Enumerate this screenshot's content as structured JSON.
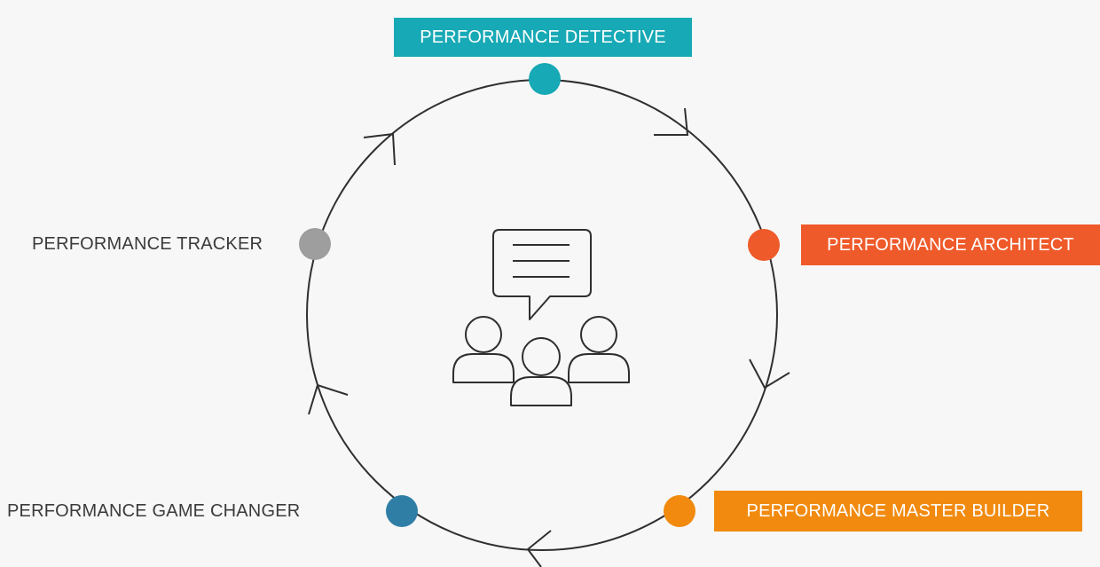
{
  "stages": {
    "detective": {
      "label": "PERFORMANCE DETECTIVE",
      "color": "#17a9b5"
    },
    "architect": {
      "label": "PERFORMANCE ARCHITECT",
      "color": "#ef5a2a"
    },
    "master_builder": {
      "label": "PERFORMANCE MASTER BUILDER",
      "color": "#f18a0e"
    },
    "game_changer": {
      "label": "PERFORMANCE GAME CHANGER",
      "color": "#2f7ea6"
    },
    "tracker": {
      "label": "PERFORMANCE TRACKER",
      "color": "#9e9e9e"
    }
  },
  "center_icon": "team-discussion-icon",
  "cycle_direction": "clockwise"
}
